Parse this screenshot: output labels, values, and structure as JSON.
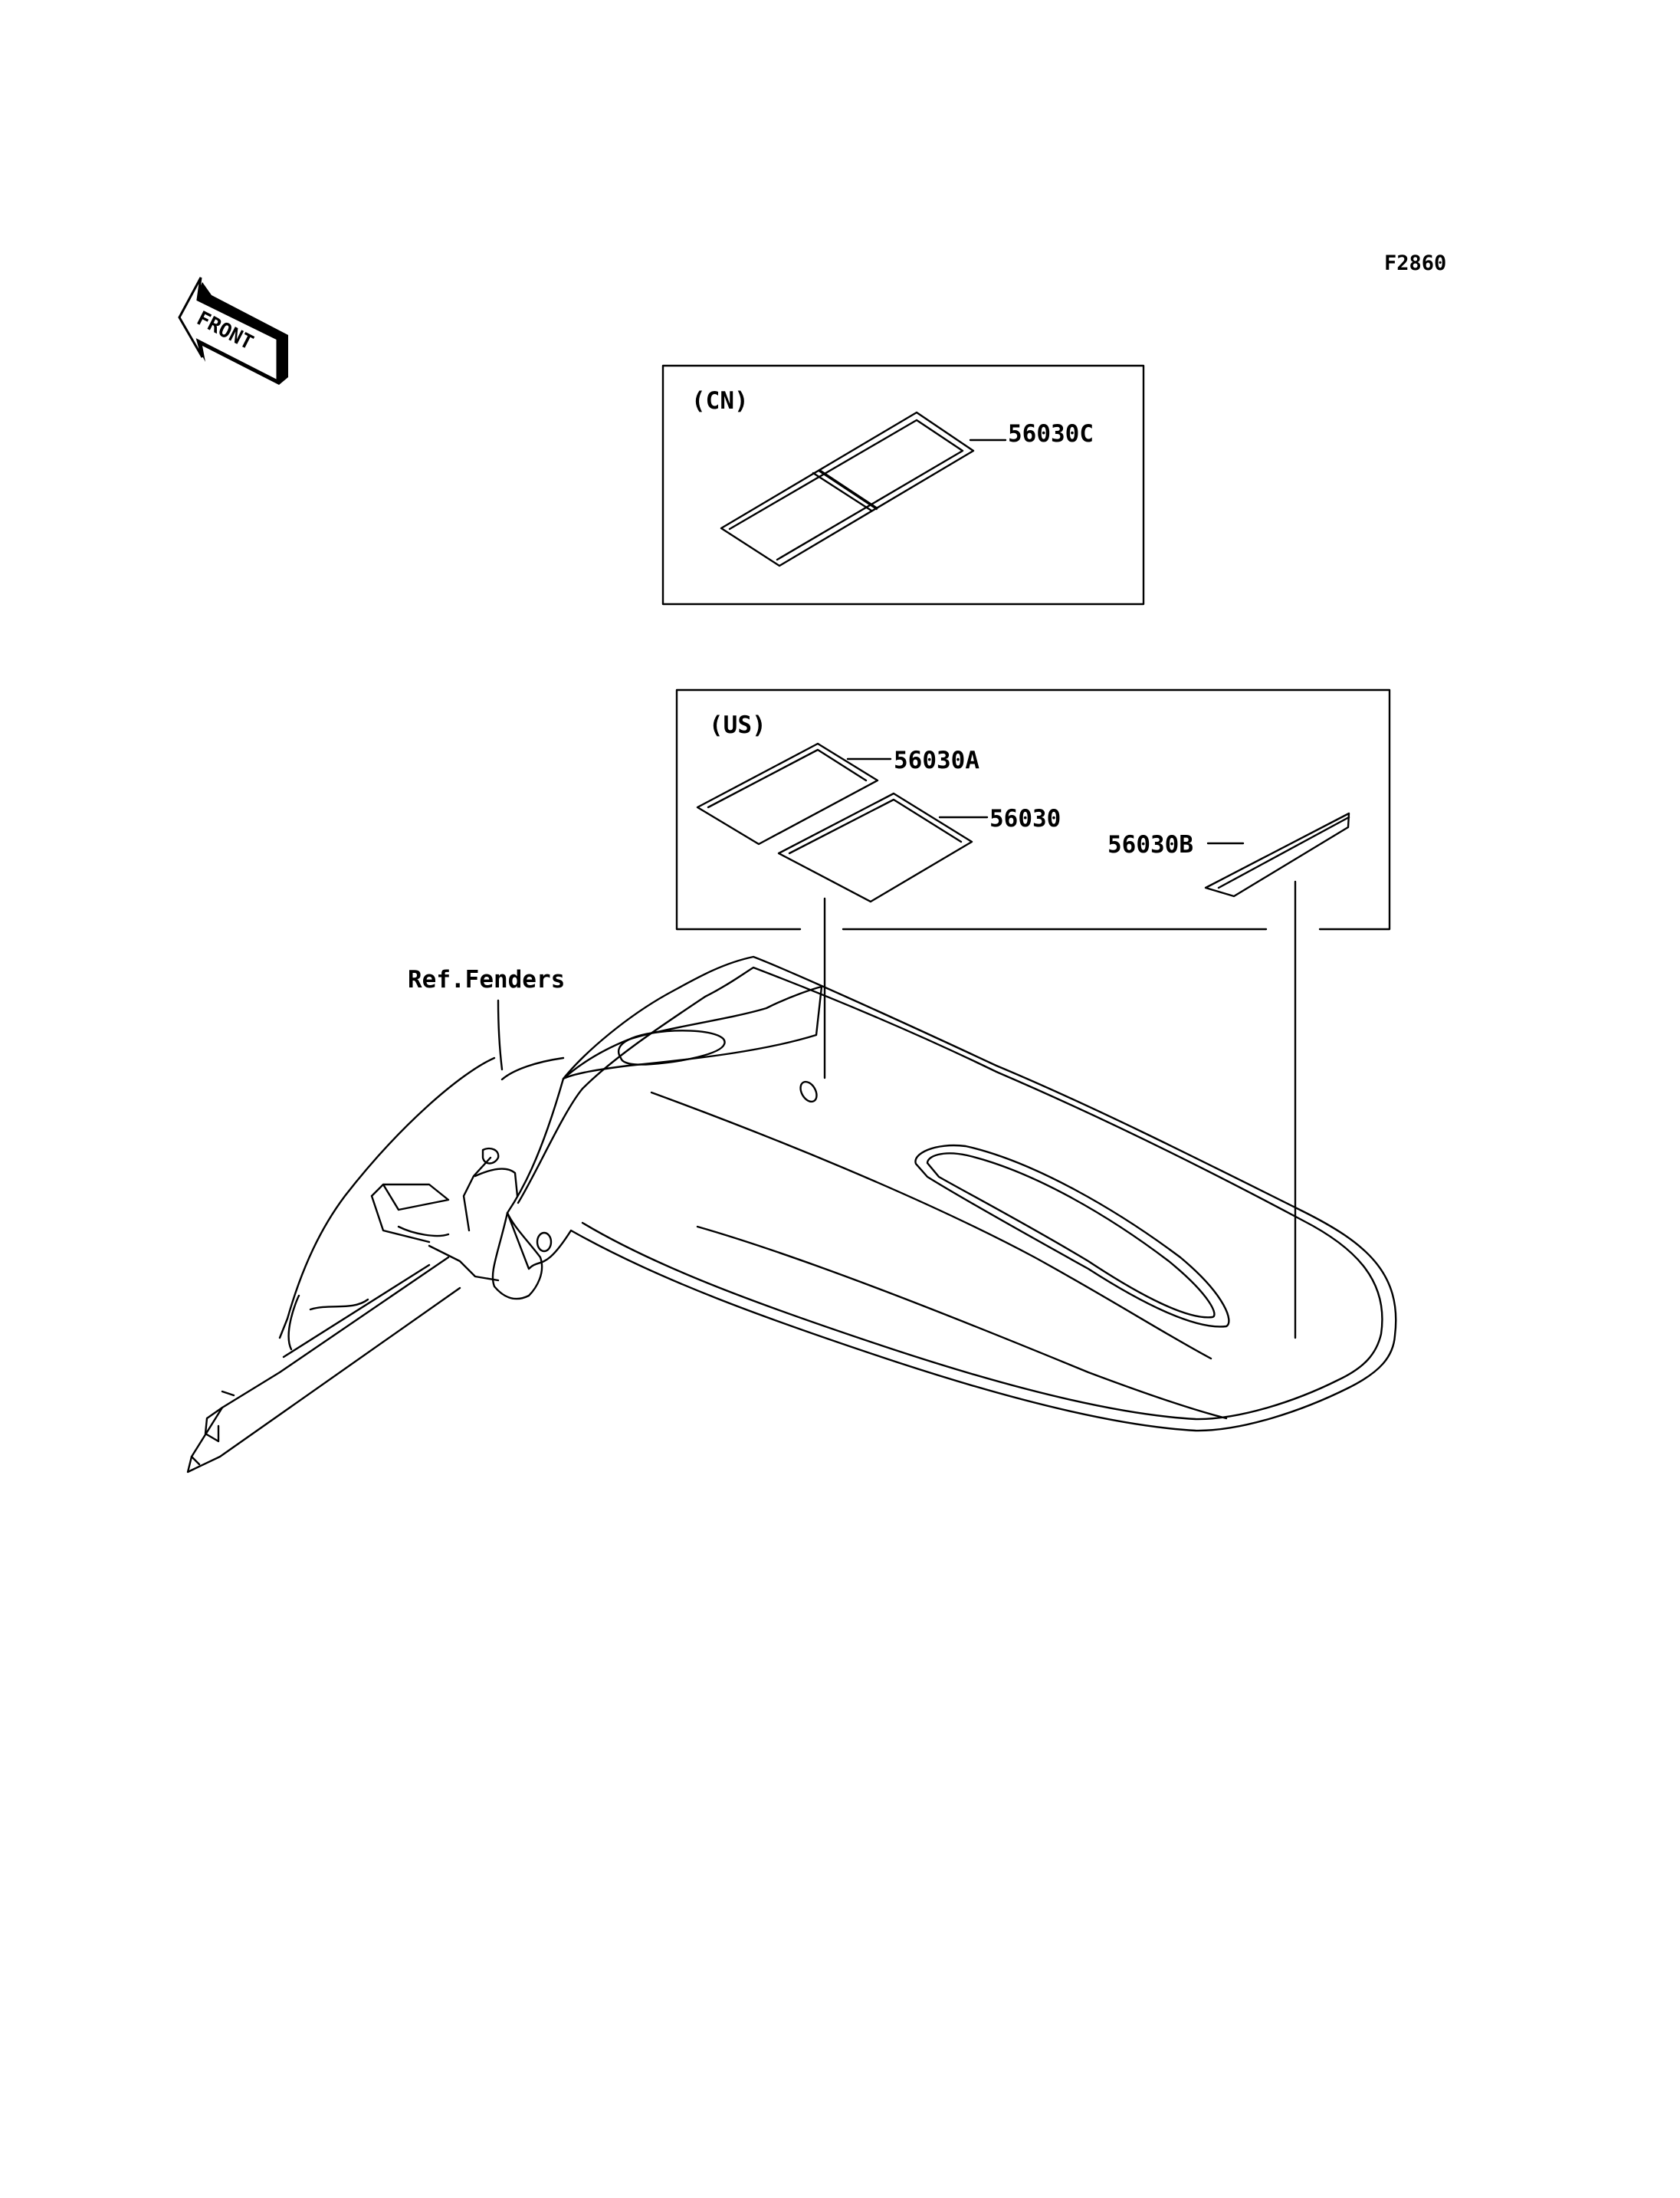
{
  "figure_code": "F2860",
  "front_label": "FRONT",
  "groups": {
    "cn": {
      "label": "(CN)"
    },
    "us": {
      "label": "(US)"
    }
  },
  "parts": {
    "p56030c": "56030C",
    "p56030a": "56030A",
    "p56030": "56030",
    "p56030b": "56030B"
  },
  "reference": "Ref.Fenders"
}
